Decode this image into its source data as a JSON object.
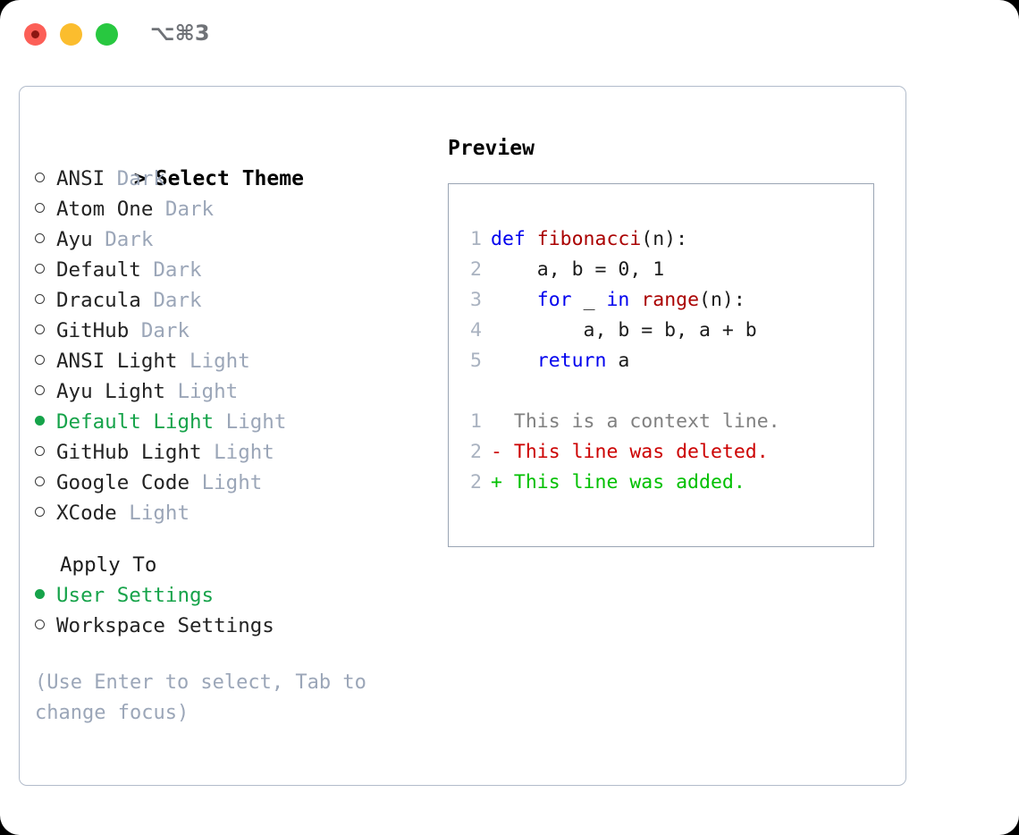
{
  "window": {
    "shortcut": "⌥⌘3",
    "traffic_lights": [
      {
        "name": "close",
        "color": "#fc5f57"
      },
      {
        "name": "minimize",
        "color": "#fbbd2e"
      },
      {
        "name": "zoom",
        "color": "#28c840"
      }
    ]
  },
  "colors": {
    "selected_green": "#16a34a",
    "tag_muted": "#9ba6b8",
    "panel_border": "#b2bccb",
    "preview_border": "#9aa5b4",
    "keyword_blue": "#0000ee",
    "function_red": "#aa0000",
    "diff_delete_red": "#cc0000",
    "diff_add_green": "#00c000",
    "lineno_gray": "#a9b2c0"
  },
  "theme_list": {
    "header": {
      "marker": ">",
      "label": "Select Theme"
    },
    "items": [
      {
        "marker": "o",
        "selected": false,
        "name": "ANSI",
        "tag": "Dark"
      },
      {
        "marker": "o",
        "selected": false,
        "name": "Atom One",
        "tag": "Dark"
      },
      {
        "marker": "o",
        "selected": false,
        "name": "Ayu",
        "tag": "Dark"
      },
      {
        "marker": "o",
        "selected": false,
        "name": "Default",
        "tag": "Dark"
      },
      {
        "marker": "o",
        "selected": false,
        "name": "Dracula",
        "tag": "Dark"
      },
      {
        "marker": "o",
        "selected": false,
        "name": "GitHub",
        "tag": "Dark"
      },
      {
        "marker": "o",
        "selected": false,
        "name": "ANSI Light",
        "tag": "Light"
      },
      {
        "marker": "o",
        "selected": false,
        "name": "Ayu Light",
        "tag": "Light"
      },
      {
        "marker": "●",
        "selected": true,
        "name": "Default Light",
        "tag": "Light"
      },
      {
        "marker": "o",
        "selected": false,
        "name": "GitHub Light",
        "tag": "Light"
      },
      {
        "marker": "o",
        "selected": false,
        "name": "Google Code",
        "tag": "Light"
      },
      {
        "marker": "o",
        "selected": false,
        "name": "XCode",
        "tag": "Light"
      }
    ]
  },
  "apply_to": {
    "label": "Apply To",
    "options": [
      {
        "marker": "●",
        "selected": true,
        "name": "User Settings"
      },
      {
        "marker": "o",
        "selected": false,
        "name": "Workspace Settings"
      }
    ]
  },
  "hint": "(Use Enter to select, Tab to change focus)",
  "preview": {
    "title": "Preview",
    "code_lines": [
      {
        "lineno": "1",
        "segments": [
          {
            "text": "def ",
            "style": "kw"
          },
          {
            "text": "fibonacci",
            "style": "fn"
          },
          {
            "text": "(n):",
            "style": "plain"
          }
        ]
      },
      {
        "lineno": "2",
        "segments": [
          {
            "text": "    a, b = 0, 1",
            "style": "plain"
          }
        ]
      },
      {
        "lineno": "3",
        "segments": [
          {
            "text": "    ",
            "style": "plain"
          },
          {
            "text": "for",
            "style": "kw"
          },
          {
            "text": " _ ",
            "style": "plain"
          },
          {
            "text": "in",
            "style": "kw"
          },
          {
            "text": " ",
            "style": "plain"
          },
          {
            "text": "range",
            "style": "fn"
          },
          {
            "text": "(n):",
            "style": "plain"
          }
        ]
      },
      {
        "lineno": "4",
        "segments": [
          {
            "text": "        a, b = b, a + b",
            "style": "plain"
          }
        ]
      },
      {
        "lineno": "5",
        "segments": [
          {
            "text": "    ",
            "style": "plain"
          },
          {
            "text": "return",
            "style": "kw"
          },
          {
            "text": " a",
            "style": "plain"
          }
        ]
      }
    ],
    "diff_lines": [
      {
        "lineno": "1",
        "prefix": "  ",
        "text": "This is a context line.",
        "style": "ctx"
      },
      {
        "lineno": "2",
        "prefix": "- ",
        "text": "This line was deleted.",
        "style": "del"
      },
      {
        "lineno": "2",
        "prefix": "+ ",
        "text": "This line was added.",
        "style": "add"
      }
    ]
  }
}
